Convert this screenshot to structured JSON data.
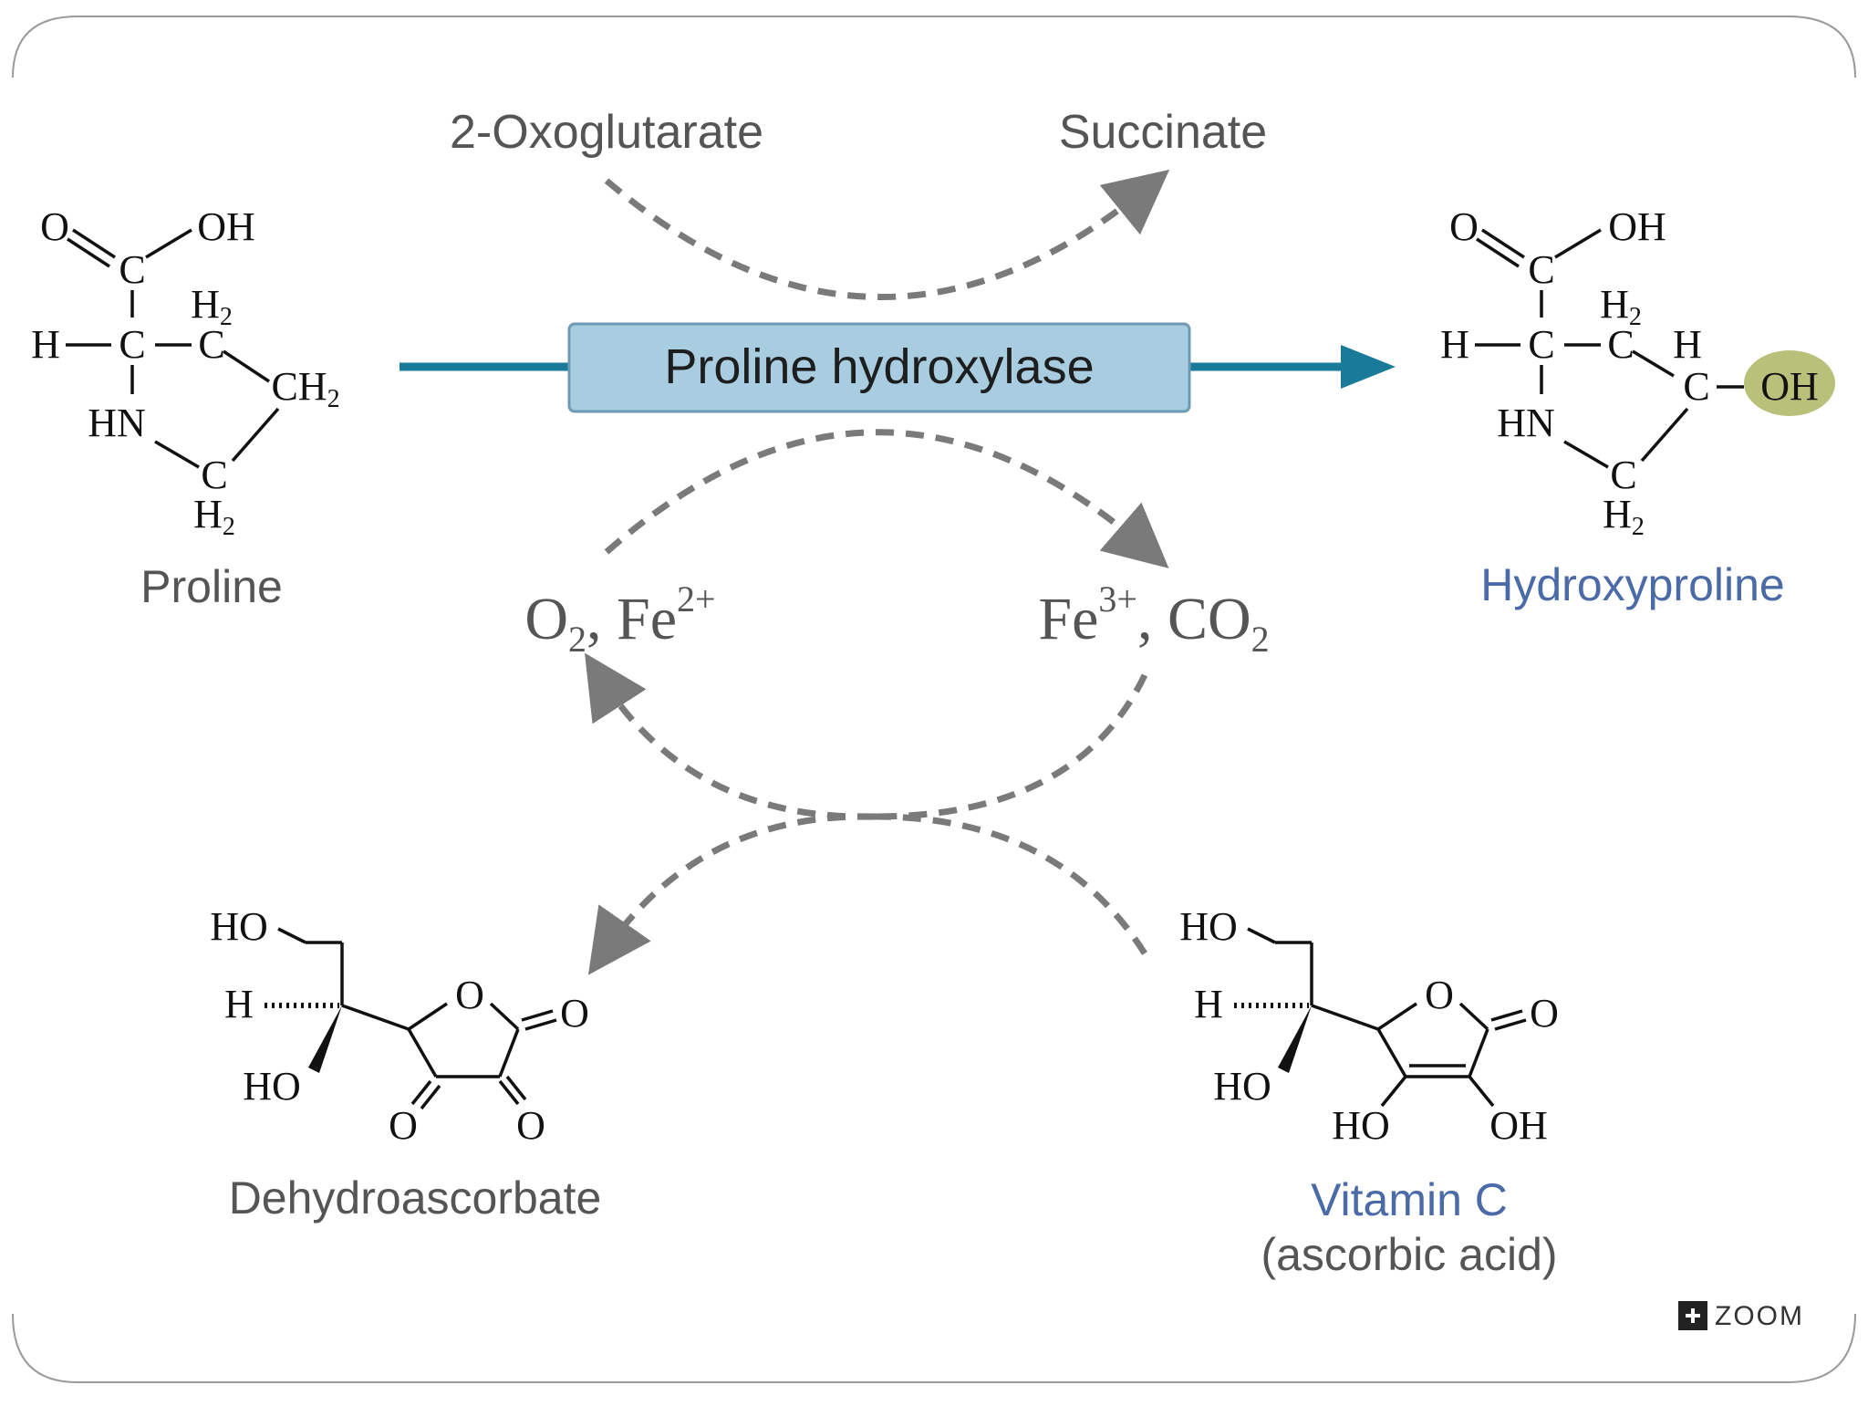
{
  "labels": {
    "cosubstrate_in": "2-Oxoglutarate",
    "cosubstrate_out": "Succinate",
    "enzyme": "Proline hydroxylase",
    "substrate": "Proline",
    "product": "Hydroxyproline",
    "dehydroascorbate": "Dehydroascorbate",
    "vitamin_c": "Vitamin C",
    "vitamin_c_sub": "(ascorbic acid)",
    "zoom": "ZOOM"
  },
  "cofactors": {
    "left": {
      "o": "O",
      "o_sub": "2",
      "sep": ", Fe",
      "fe_sup": "2+"
    },
    "right": {
      "fe": "Fe",
      "fe_sup": "3+",
      "sep": ", CO",
      "co_sub": "2"
    }
  },
  "atoms": {
    "O": "O",
    "OH": "OH",
    "C": "C",
    "H": "H",
    "HN": "HN",
    "HO": "HO",
    "H2": "H",
    "sub2": "2",
    "CH": "CH",
    "Hdash": "H"
  },
  "colors": {
    "arrow_teal": "#1a7a9a",
    "enzyme_box": "#a9cde0",
    "dash_gray": "#7a7a7a",
    "label_gray": "#555555",
    "blue_label": "#4a6aa8",
    "oh_highlight": "#b9c07a"
  }
}
